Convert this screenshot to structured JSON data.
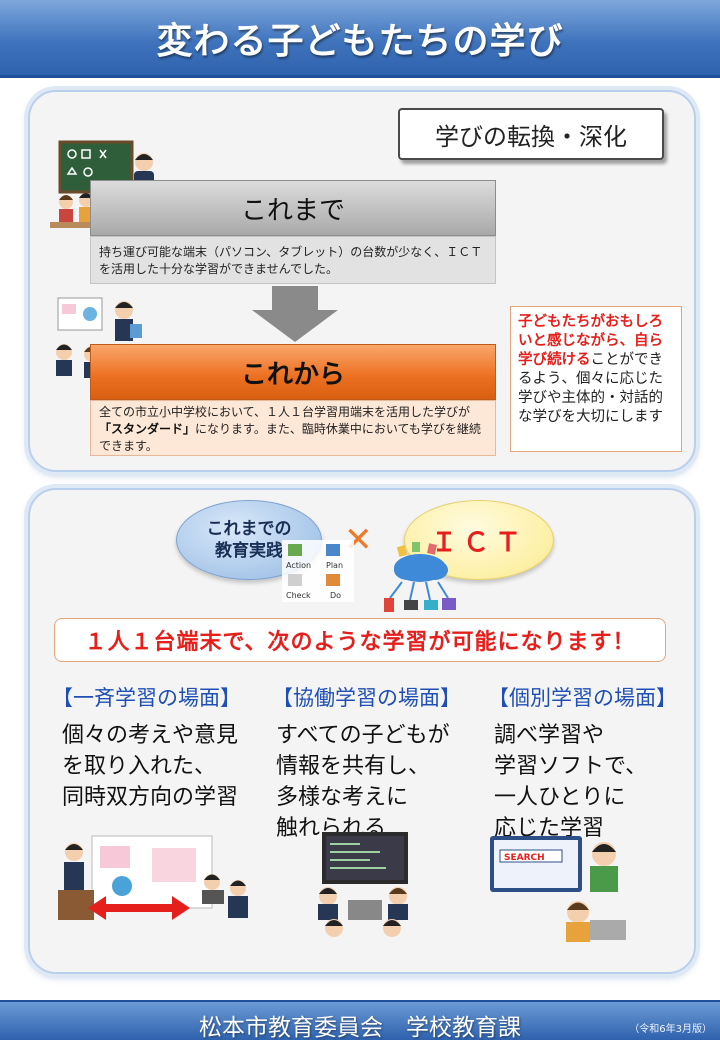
{
  "header": {
    "title": "変わる子どもたちの学び"
  },
  "section1": {
    "tag": "学びの転換・深化",
    "before": {
      "label": "これまで",
      "note": "持ち運び可能な端末（パソコン、タブレット）の台数が少なく、ＩＣＴを活用した十分な学習ができませんでした。"
    },
    "after": {
      "label": "これから",
      "note_before": "全ての市立小中学校において、１人１台学習用端末を活用した学びが",
      "note_bold": "「スタンダード」",
      "note_after": "になります。また、臨時休業中においても学びを継続できます。"
    },
    "side": {
      "highlight": "子どもたちがおもしろいと感じながら、自ら学び続ける",
      "rest": "ことができるよう、個々に応じた学びや主体的・対話的な学びを大切にします"
    }
  },
  "section2": {
    "practice_line1": "これまでの",
    "practice_line2": "教育実践",
    "cross": "✕",
    "ict": "ＩＣＴ",
    "pdca": {
      "action": "Action",
      "plan": "Plan",
      "check": "Check",
      "do": "Do"
    },
    "headline": "１人１台端末で、次のような学習が可能になります！",
    "columns": [
      {
        "title": "【一斉学習の場面】",
        "lines": [
          "個々の考えや意見",
          "を取り入れた、",
          "同時双方向の学習"
        ]
      },
      {
        "title": "【協働学習の場面】",
        "lines": [
          "すべての子どもが",
          "情報を共有し、",
          "多様な考えに",
          "触れられる"
        ]
      },
      {
        "title": "【個別学習の場面】",
        "lines": [
          "調べ学習や",
          "学習ソフトで、",
          "一人ひとりに",
          "応じた学習"
        ]
      }
    ],
    "search_word": "SEARCH"
  },
  "footer": {
    "org": "松本市教育委員会　学校教育課",
    "date": "（令和6年3月版）"
  },
  "colors": {
    "accent_red": "#e5201c",
    "orange": "#ec6f1f",
    "blue": "#2f62ad",
    "title_blue": "#1f4fb4"
  }
}
